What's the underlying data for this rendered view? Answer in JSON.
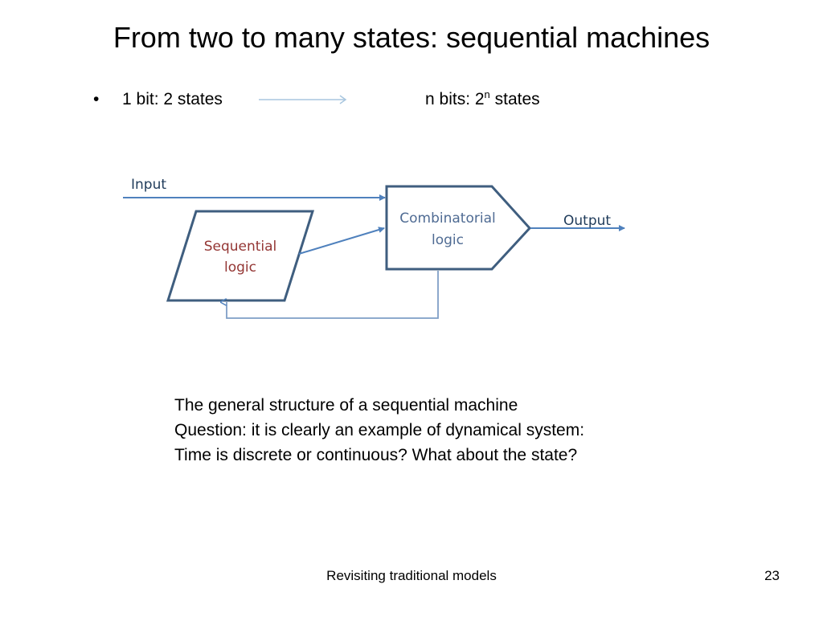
{
  "slide": {
    "title": "From two to many states: sequential machines",
    "bullet": {
      "marker": "•",
      "left_text": "1 bit: 2 states",
      "right_text_base": "n bits: 2",
      "right_text_exponent": "n",
      "right_text_suffix": " states"
    },
    "diagram": {
      "input_label": "Input",
      "output_label": "Output",
      "sequential_line1": "Sequential",
      "sequential_line2": "logic",
      "combinatorial_line1": "Combinatorial",
      "combinatorial_line2": "logic"
    },
    "caption": {
      "line1": "The general structure of a sequential machine",
      "line2": "Question: it is clearly an example of dynamical system:",
      "line3": "Time is discrete or continuous? What about the state?"
    },
    "footer": {
      "center": "Revisiting traditional models",
      "page_number": "23"
    }
  },
  "colors": {
    "line_blue": "#4f81bd",
    "shape_stroke": "#3f5e7f",
    "sequential_text": "#943634",
    "combinatorial_text": "#4f6b93",
    "label_text": "#1f3b5a",
    "feedback_line": "#7f9fc6",
    "bullet_arrow": "#a8c6df"
  }
}
